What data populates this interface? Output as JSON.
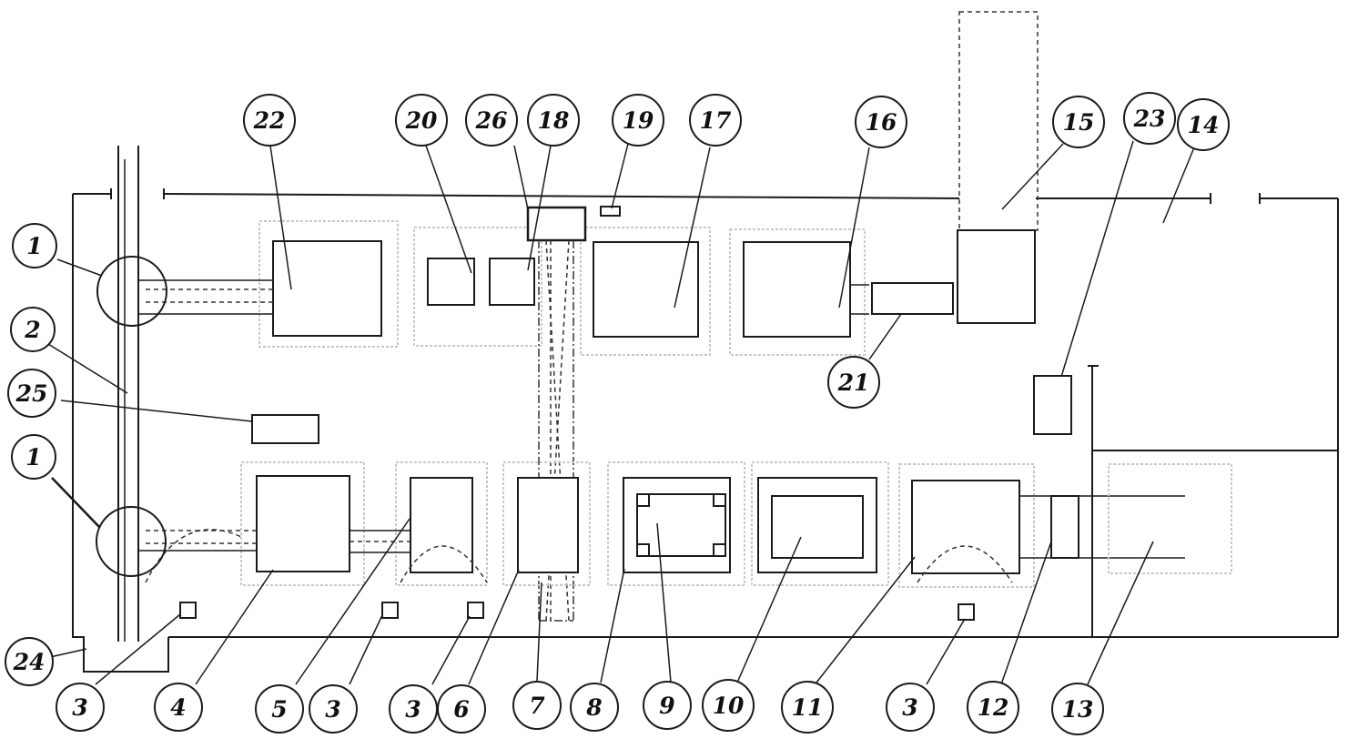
{
  "diagram": {
    "callouts": {
      "c1a": "1",
      "c1b": "1",
      "c2": "2",
      "c25": "25",
      "c24": "24",
      "c3a": "3",
      "c4": "4",
      "c5": "5",
      "c3b": "3",
      "c3c": "3",
      "c6": "6",
      "c7": "7",
      "c8": "8",
      "c9": "9",
      "c10": "10",
      "c11": "11",
      "c3d": "3",
      "c12": "12",
      "c13": "13",
      "c22": "22",
      "c20": "20",
      "c26": "26",
      "c18": "18",
      "c19": "19",
      "c17": "17",
      "c16": "16",
      "c15": "15",
      "c23": "23",
      "c14": "14",
      "c21": "21"
    }
  }
}
